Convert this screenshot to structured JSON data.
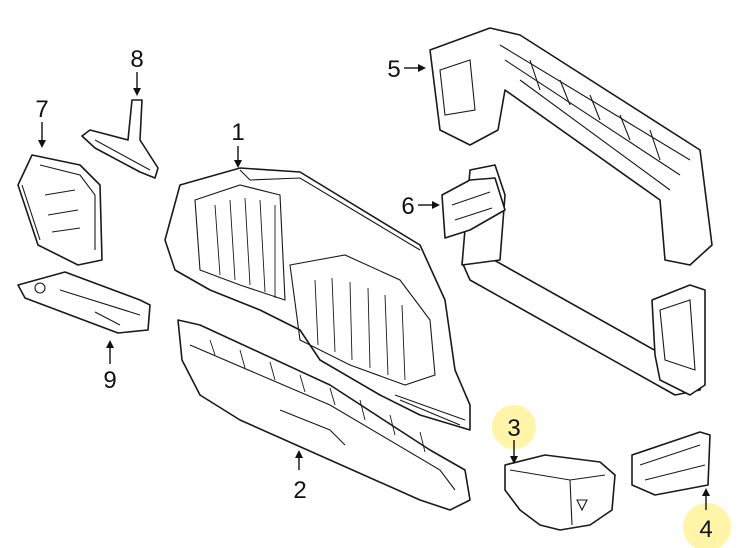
{
  "diagram": {
    "callouts": [
      {
        "id": "1",
        "text": "1",
        "part": "grille-frame",
        "highlighted": false
      },
      {
        "id": "2",
        "text": "2",
        "part": "lower-air-duct",
        "highlighted": false
      },
      {
        "id": "3",
        "text": "3",
        "part": "left-air-guide",
        "highlighted": true
      },
      {
        "id": "4",
        "text": "4",
        "part": "right-air-guide",
        "highlighted": true
      },
      {
        "id": "5",
        "text": "5",
        "part": "radiator-support-frame",
        "highlighted": false
      },
      {
        "id": "6",
        "text": "6",
        "part": "side-bracket",
        "highlighted": false
      },
      {
        "id": "7",
        "text": "7",
        "part": "side-air-duct",
        "highlighted": false
      },
      {
        "id": "8",
        "text": "8",
        "part": "top-bracket",
        "highlighted": false
      },
      {
        "id": "9",
        "text": "9",
        "part": "lower-side-bracket",
        "highlighted": false
      }
    ],
    "highlight_color": "#fff4a8"
  }
}
